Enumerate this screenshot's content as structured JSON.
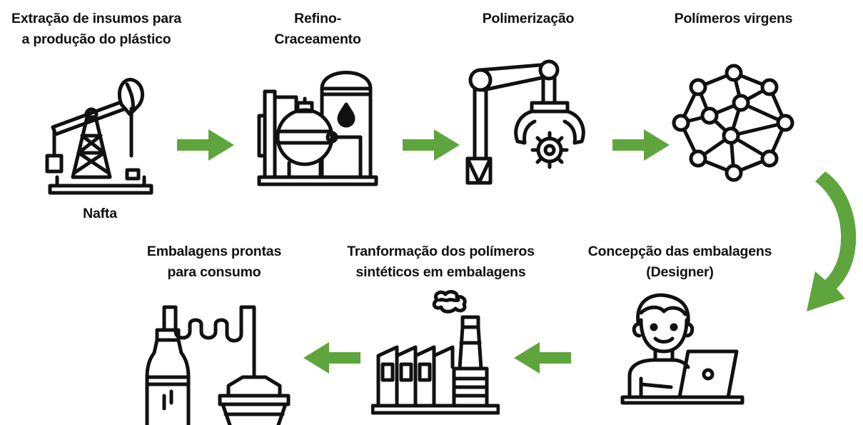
{
  "colors": {
    "accent": "#5fa53d",
    "ink": "#111111"
  },
  "steps": [
    {
      "title_lines": [
        "Extração de insumos para",
        "a produção do plástico"
      ],
      "icon": "oil-pump-icon",
      "caption": "Nafta"
    },
    {
      "title_lines": [
        "Refino-",
        "Craceamento"
      ],
      "icon": "refinery-icon"
    },
    {
      "title_lines": [
        "Polimerização"
      ],
      "icon": "robotic-arm-icon"
    },
    {
      "title_lines": [
        "Polímeros virgens"
      ],
      "icon": "polymer-network-icon"
    },
    {
      "title_lines": [
        "Concepção das embalagens",
        "(Designer)"
      ],
      "icon": "designer-laptop-icon"
    },
    {
      "title_lines": [
        "Tranformação dos polímeros",
        "sintéticos em embalagens"
      ],
      "icon": "factory-icon"
    },
    {
      "title_lines": [
        "Embalagens prontas",
        "para consumo"
      ],
      "icon": "packaging-bottles-icon"
    }
  ],
  "flow_arrows": [
    "right",
    "right",
    "right",
    "curved-down",
    "left",
    "left"
  ]
}
